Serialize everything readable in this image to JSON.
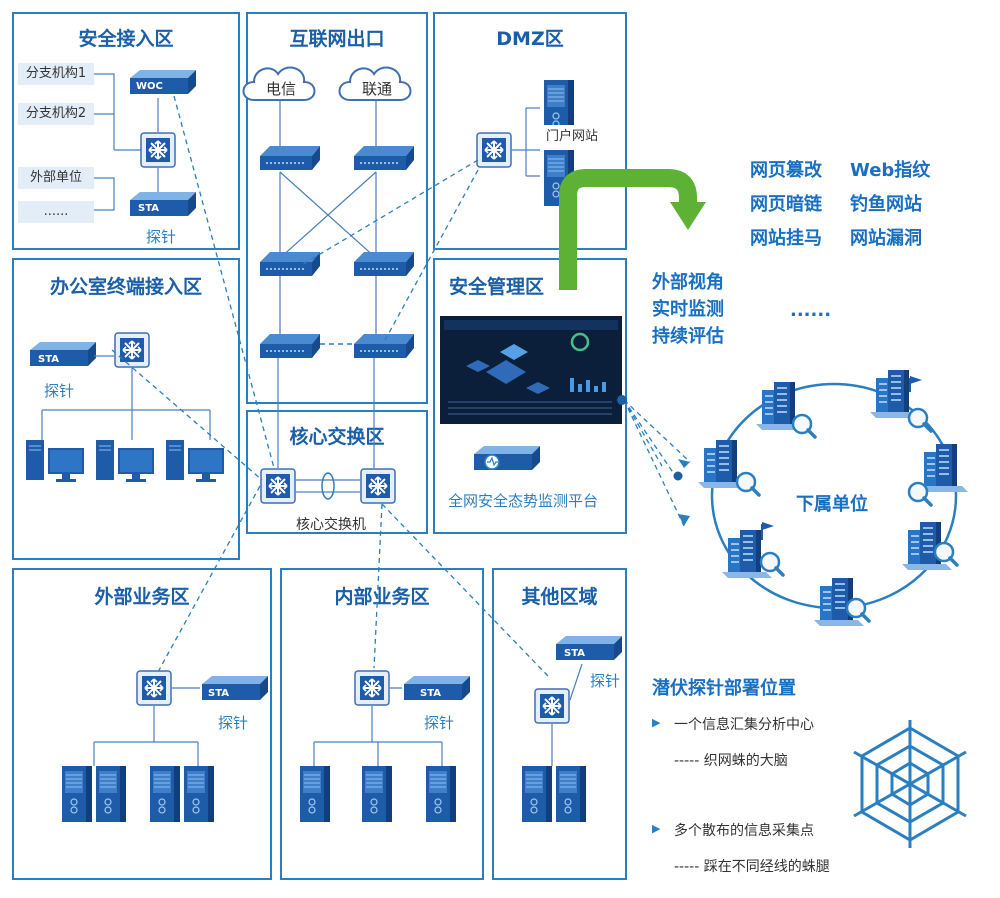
{
  "zones": {
    "secure_access": {
      "title": "安全接入区",
      "branches": [
        "分支机构1",
        "分支机构2",
        "外部单位",
        "......"
      ],
      "woc": "WOC",
      "sta": "STA",
      "probe": "探针"
    },
    "internet": {
      "title": "互联网出口",
      "isp1": "电信",
      "isp2": "联通"
    },
    "dmz": {
      "title": "DMZ区",
      "portal": "门户网站"
    },
    "office": {
      "title": "办公室终端接入区",
      "sta": "STA",
      "probe": "探针"
    },
    "security_mgmt": {
      "title": "安全管理区",
      "platform": "全网安全态势监测平台"
    },
    "core": {
      "title": "核心交换区",
      "switch": "核心交换机"
    },
    "external_biz": {
      "title": "外部业务区",
      "sta": "STA",
      "probe": "探针"
    },
    "internal_biz": {
      "title": "内部业务区",
      "sta": "STA",
      "probe": "探针"
    },
    "other": {
      "title": "其他区域",
      "sta": "STA",
      "probe": "探针"
    }
  },
  "threats": {
    "row1": [
      "网页篡改",
      "Web指纹"
    ],
    "row2": [
      "网页暗链",
      "钓鱼网站"
    ],
    "row3": [
      "网站挂马",
      "网站漏洞"
    ]
  },
  "monitoring": [
    "外部视角",
    "实时监测",
    "持续评估"
  ],
  "ellipsis": "......",
  "subordinate": "下属单位",
  "legend": {
    "title": "潜伏探针部署位置",
    "item1": "一个信息汇集分析中心",
    "item1_desc": "----- 织网蛛的大脑",
    "item2": "多个散布的信息采集点",
    "item2_desc": "----- 踩在不同经线的蛛腿",
    "bullet": "▶"
  },
  "colors": {
    "accent": "#2a7fc1",
    "title": "#1a5fa8",
    "green": "#5db135",
    "device": "#1e63b0"
  }
}
